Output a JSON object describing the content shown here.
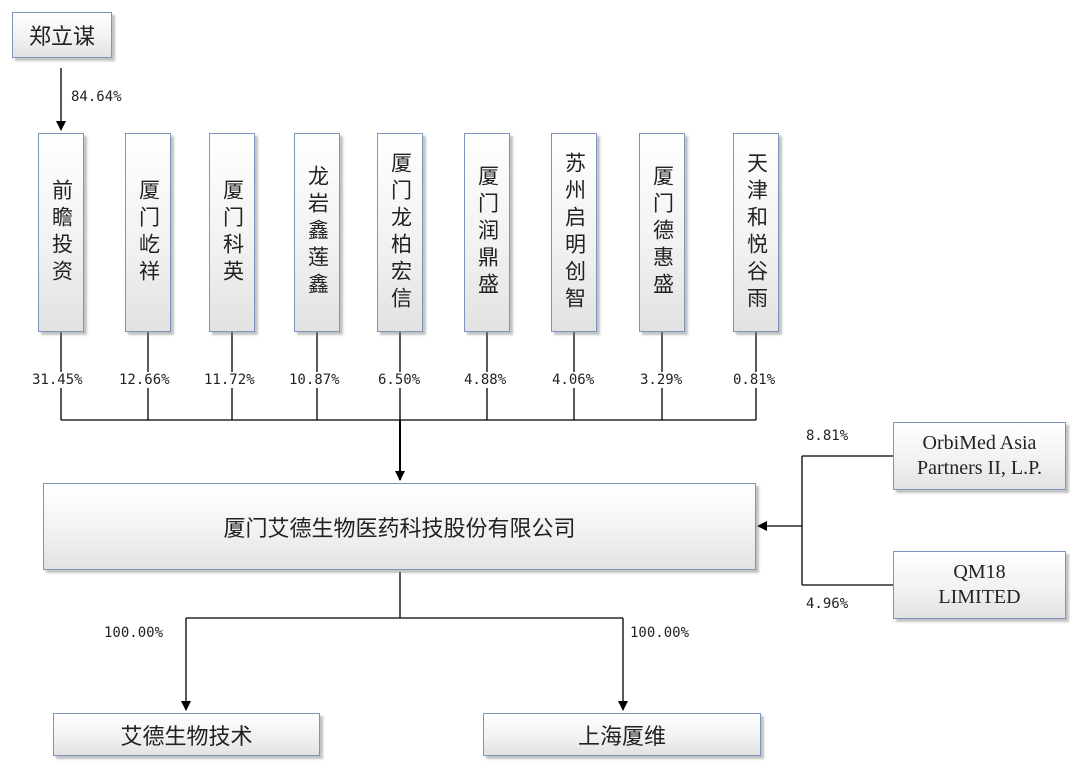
{
  "top_holder": {
    "name": "郑立谋",
    "pct": "84.64%"
  },
  "shareholders": [
    {
      "name": "前瞻投资",
      "pct": "31.45%"
    },
    {
      "name": "厦门屹祥",
      "pct": "12.66%"
    },
    {
      "name": "厦门科英",
      "pct": "11.72%"
    },
    {
      "name": "龙岩鑫莲鑫",
      "pct": "10.87%"
    },
    {
      "name": "厦门龙柏宏信",
      "pct": "6.50%"
    },
    {
      "name": "厦门润鼎盛",
      "pct": "4.88%"
    },
    {
      "name": "苏州启明创智",
      "pct": "4.06%"
    },
    {
      "name": "厦门德惠盛",
      "pct": "3.29%"
    },
    {
      "name": "天津和悦谷雨",
      "pct": "0.81%"
    }
  ],
  "company": {
    "name": "厦门艾德生物医药科技股份有限公司"
  },
  "foreign_holders": [
    {
      "line1": "OrbiMed Asia",
      "line2": "Partners II, L.P.",
      "pct": "8.81%"
    },
    {
      "line1": "QM18",
      "line2": "LIMITED",
      "pct": "4.96%"
    }
  ],
  "subsidiaries": [
    {
      "name": "艾德生物技术",
      "pct": "100.00%"
    },
    {
      "name": "上海厦维",
      "pct": "100.00%"
    }
  ]
}
